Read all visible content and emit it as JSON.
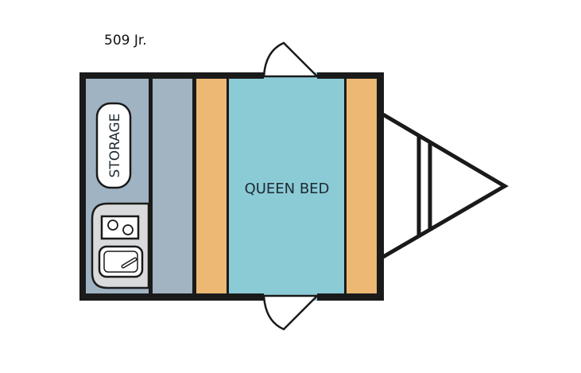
{
  "title": "509 Jr.",
  "rooms": {
    "storage_label": "STORAGE",
    "bed_label": "QUEEN BED"
  },
  "colors": {
    "wall": "#1a1a1a",
    "storage_area": "#9fb3c3",
    "aisle": "#a2b3c2",
    "bench": "#ecb874",
    "bed": "#8bcbd6",
    "kitchen_counter": "#d9dadb",
    "background": "#ffffff"
  },
  "fixtures": [
    "stove-two-burner",
    "sink"
  ]
}
